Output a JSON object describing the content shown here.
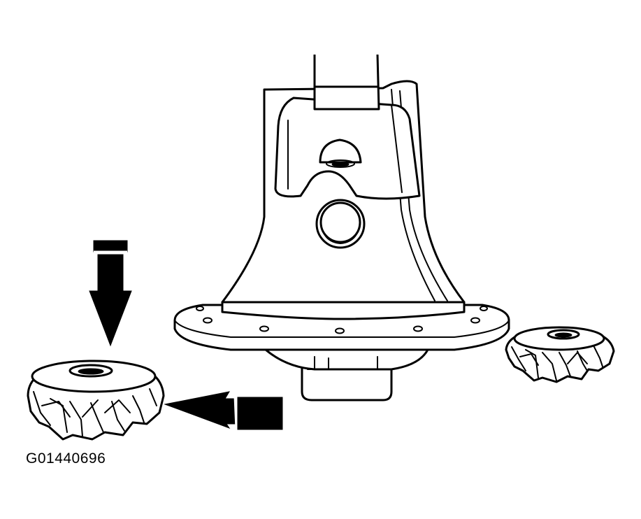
{
  "figure": {
    "id_label": "G01440696",
    "ink_color": "#000000",
    "background_color": "#ffffff",
    "parts": {
      "housing": "differential-case",
      "left_gear": "side-gear",
      "right_gear": "side-gear"
    },
    "indicators": [
      "down-arrow-icon",
      "left-arrow-icon"
    ]
  }
}
